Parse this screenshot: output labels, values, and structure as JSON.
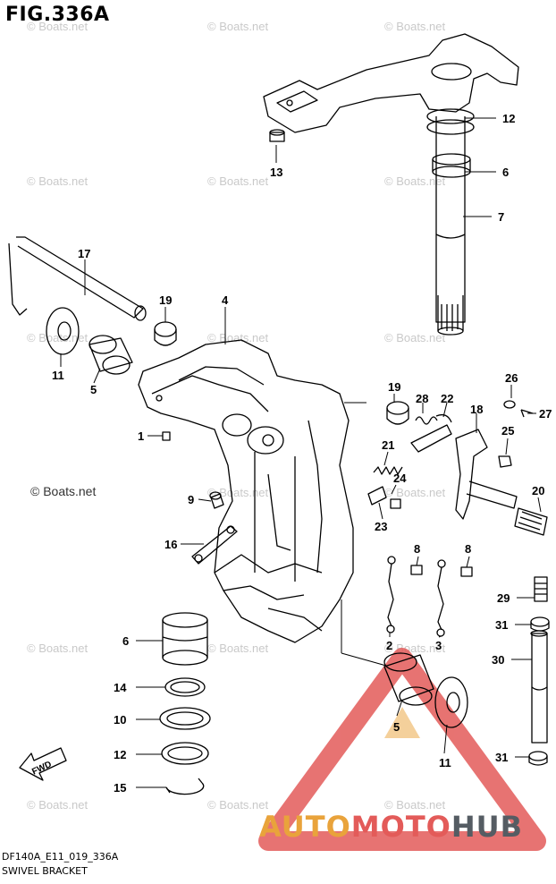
{
  "header": {
    "title": "FIG.336A"
  },
  "watermarks": {
    "text": "© Boats.net",
    "main_text": "© Boats.net"
  },
  "footer": {
    "code": "DF140A_E11_019_336A",
    "subtitle": "SWIVEL BRACKET"
  },
  "brand": {
    "part1": "AUTO",
    "part2": "MOTO",
    "part3": "HUB",
    "colors": {
      "auto": "#e9a33b",
      "moto": "#e35b59",
      "hub": "#555c63"
    }
  },
  "arrow": {
    "label": "FWD"
  },
  "callouts": {
    "c12_top": "12",
    "c6_top": "6",
    "c7": "7",
    "c13": "13",
    "c17": "17",
    "c19_left": "19",
    "c4": "4",
    "c11_left": "11",
    "c5_left": "5",
    "c1": "1",
    "c9": "9",
    "c16": "16",
    "c19_right": "19",
    "c28": "28",
    "c22": "22",
    "c18": "18",
    "c26": "26",
    "c27": "27",
    "c25": "25",
    "c21": "21",
    "c24": "24",
    "c23": "23",
    "c20": "20",
    "c8_a": "8",
    "c8_b": "8",
    "c29": "29",
    "c31_top": "31",
    "c30": "30",
    "c2": "2",
    "c3": "3",
    "c6_bottom": "6",
    "c14": "14",
    "c10": "10",
    "c12_bottom": "12",
    "c15": "15",
    "c5_right": "5",
    "c11_right": "11",
    "c31_bottom": "31"
  }
}
